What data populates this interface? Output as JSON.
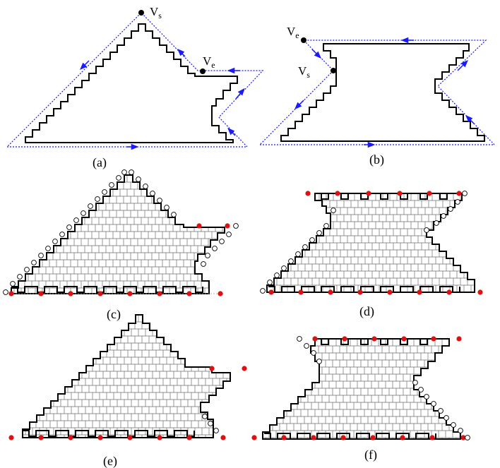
{
  "figure": {
    "panels": [
      {
        "id": "a",
        "caption": "(a)",
        "type": "outline-with-path"
      },
      {
        "id": "b",
        "caption": "(b)",
        "type": "outline-with-path"
      },
      {
        "id": "c",
        "caption": "(c)",
        "type": "grid-tiling"
      },
      {
        "id": "d",
        "caption": "(d)",
        "type": "grid-tiling"
      },
      {
        "id": "e",
        "caption": "(e)",
        "type": "grid-tiling"
      },
      {
        "id": "f",
        "caption": "(f)",
        "type": "grid-tiling"
      }
    ],
    "labels": {
      "vs_base": "V",
      "vs_sub": "s",
      "ve_base": "V",
      "ve_sub": "e"
    },
    "colors": {
      "outline": "#000000",
      "path": "#1a1aff",
      "grid": "#6e6e6e",
      "filled_marker": "#e01010",
      "open_marker": "#000000"
    }
  }
}
